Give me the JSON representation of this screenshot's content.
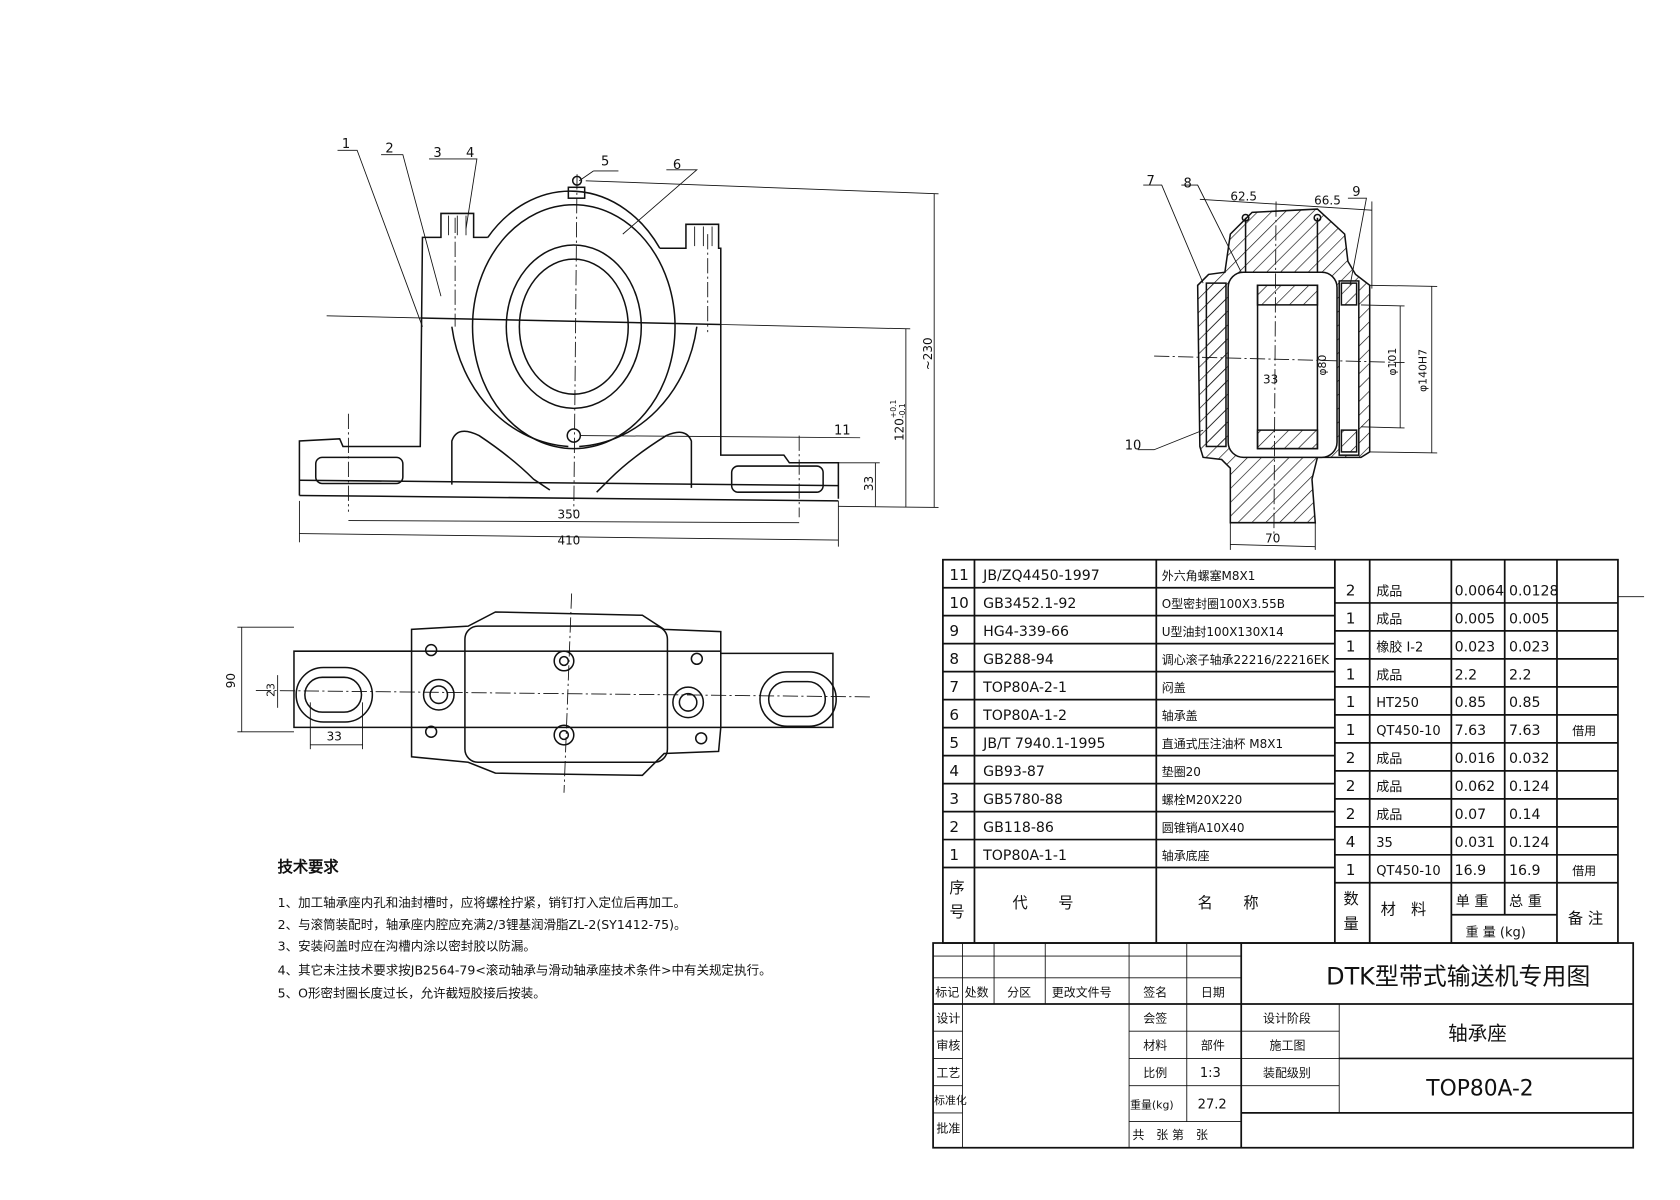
{
  "balloons": {
    "p1": "1",
    "p2": "2",
    "p3": "3",
    "p4": "4",
    "p5": "5",
    "p6": "6",
    "p7": "7",
    "p8": "8",
    "p9": "9",
    "p10": "10",
    "p11": "11"
  },
  "front_view": {
    "dim_total_height": "~230",
    "dim_center_height": "120",
    "dim_center_tol_upper": "+0.1",
    "dim_center_tol_lower": "-0.1",
    "dim_base_height": "33",
    "dim_bolt_span": "350",
    "dim_overall_length": "410"
  },
  "side_view": {
    "dim_left": "62.5",
    "dim_right": "66.5",
    "dim_width": "33",
    "dim_bore": "φ80",
    "dim_seal": "φ101",
    "dim_housing": "φ140H7",
    "dim_base_width": "70"
  },
  "plan_view": {
    "dim_width": "90",
    "dim_slot": "23",
    "dim_slot_len": "33"
  },
  "tech_requirements": {
    "title": "技术要求",
    "items": [
      "1、加工轴承座内孔和油封槽时，应将螺栓拧紧，销钉打入定位后再加工。",
      "2、与滚筒装配时，轴承座内腔应充满2/3锂基润滑脂ZL-2(SY1412-75)。",
      "3、安装闷盖时应在沟槽内涂以密封胶以防漏。",
      "4、其它未注技术要求按JB2564-79<滚动轴承与滑动轴承座技术条件>中有关规定执行。",
      "5、O形密封圈长度过长，允许截短胶接后按装。"
    ]
  },
  "parts_list": {
    "rows": [
      [
        "11",
        "JB/ZQ4450-1997",
        "外六角螺塞M8X1",
        "2",
        "成品",
        "0.0064",
        "0.0128",
        ""
      ],
      [
        "10",
        "GB3452.1-92",
        "O型密封圈100X3.55B",
        "1",
        "成品",
        "0.005",
        "0.005",
        ""
      ],
      [
        "9",
        "HG4-339-66",
        "U型油封100X130X14",
        "1",
        "橡胶 I-2",
        "0.023",
        "0.023",
        ""
      ],
      [
        "8",
        "GB288-94",
        "调心滚子轴承22216/22216EK",
        "1",
        "成品",
        "2.2",
        "2.2",
        ""
      ],
      [
        "7",
        "TOP80A-2-1",
        "闷盖",
        "1",
        "HT250",
        "0.85",
        "0.85",
        ""
      ],
      [
        "6",
        "TOP80A-1-2",
        "轴承盖",
        "1",
        "QT450-10",
        "7.63",
        "7.63",
        "借用"
      ],
      [
        "5",
        "JB/T 7940.1-1995",
        "直通式压注油杯 M8X1",
        "2",
        "成品",
        "0.016",
        "0.032",
        ""
      ],
      [
        "4",
        "GB93-87",
        "垫圈20",
        "2",
        "成品",
        "0.062",
        "0.124",
        ""
      ],
      [
        "3",
        "GB5780-88",
        "螺栓M20X220",
        "2",
        "成品",
        "0.07",
        "0.14",
        ""
      ],
      [
        "2",
        "GB118-86",
        "圆锥销A10X40",
        "4",
        "35",
        "0.031",
        "0.124",
        ""
      ],
      [
        "1",
        "TOP80A-1-1",
        "轴承底座",
        "1",
        "QT450-10",
        "16.9",
        "16.9",
        "借用"
      ]
    ],
    "headers": {
      "no_a": "序",
      "no_b": "号",
      "code": "代　　号",
      "name": "名　　称",
      "qty_a": "数",
      "qty_b": "量",
      "material": "材　料",
      "unit_wt": "单 重",
      "total_wt": "总 重",
      "weight": "重 量 (kg)",
      "remark": "备 注"
    }
  },
  "title_block": {
    "drawing_series": "DTK型带式输送机专用图",
    "part_name": "轴承座",
    "drawing_number": "TOP80A-2",
    "rev_headers": [
      "标记",
      "处数",
      "分区",
      "更改文件号",
      "签名",
      "日期"
    ],
    "roles": [
      "设计",
      "审核",
      "工艺",
      "标准化",
      "批准"
    ],
    "countersign": "会签",
    "material_label": "材料",
    "material_value": "部件",
    "scale_label": "比例",
    "scale_value": "1:3",
    "weight_label": "重量(kg)",
    "weight_value": "27.2",
    "sheet_label": "共　张 第　张",
    "design_stage_label": "设计阶段",
    "design_stage_value": "施工图",
    "assembly_level_label": "装配级别"
  }
}
